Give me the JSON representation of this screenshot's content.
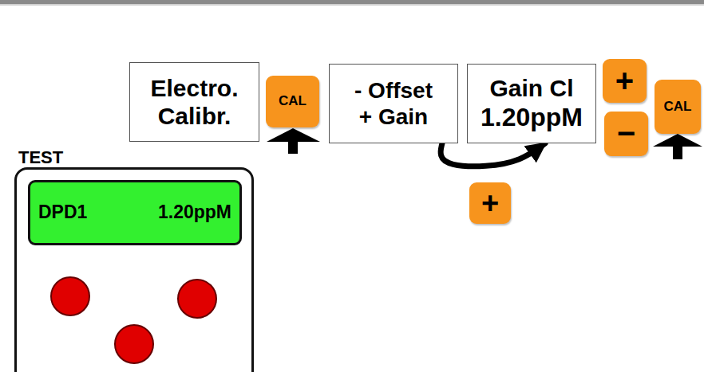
{
  "diagram": {
    "nodes": [
      {
        "text": [
          "Electro. Calibr."
        ]
      },
      {
        "text": [
          "CAL"
        ]
      },
      {
        "text": [
          "- Offset",
          "+ Gain"
        ]
      },
      {
        "text": [
          "Gain Cl",
          "1.20ppM"
        ]
      },
      {
        "text": [
          "+"
        ]
      },
      {
        "text": [
          "−"
        ]
      },
      {
        "text": [
          "CAL"
        ]
      },
      {
        "text": [
          "+"
        ]
      },
      {
        "text": [
          "TEST"
        ]
      },
      {
        "text": [
          "DPD1",
          "1.20ppM"
        ],
        "in": 8
      }
    ],
    "edges": [
      {
        "from": 2,
        "to": 3,
        "arrow": "to"
      }
    ]
  }
}
